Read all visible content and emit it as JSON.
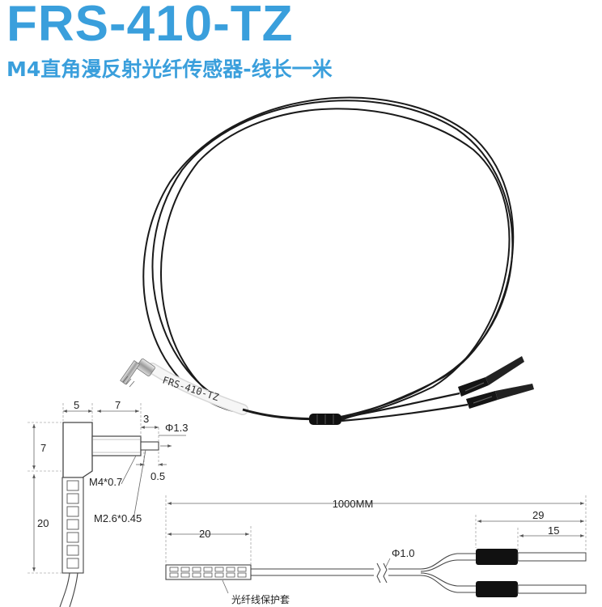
{
  "header": {
    "title": "FRS-410-TZ",
    "subtitle": "M4直角漫反射光纤传感器-线长一米"
  },
  "colors": {
    "accent": "#3a9fdc",
    "cable": "#1a1a1a",
    "sheath": "#f2f2f2"
  },
  "photo": {
    "cable_label": "FRS-410-TZ"
  },
  "head_drawing": {
    "dim_width": "5",
    "dim_tube_length": "7",
    "dim_tip_length": "3",
    "dim_tip_diameter": "Φ1.3",
    "dim_head_height": "7",
    "dim_step": "0.5",
    "thread_main": "M4*0.7",
    "thread_tip": "M2.6*0.45",
    "dim_sleeve_height": "20"
  },
  "cable_drawing": {
    "total_length": "1000MM",
    "sleeve_length": "20",
    "fiber_diameter": "Φ1.0",
    "end_length": "29",
    "tip_length": "15",
    "sleeve_label": "光纤线保护套"
  }
}
